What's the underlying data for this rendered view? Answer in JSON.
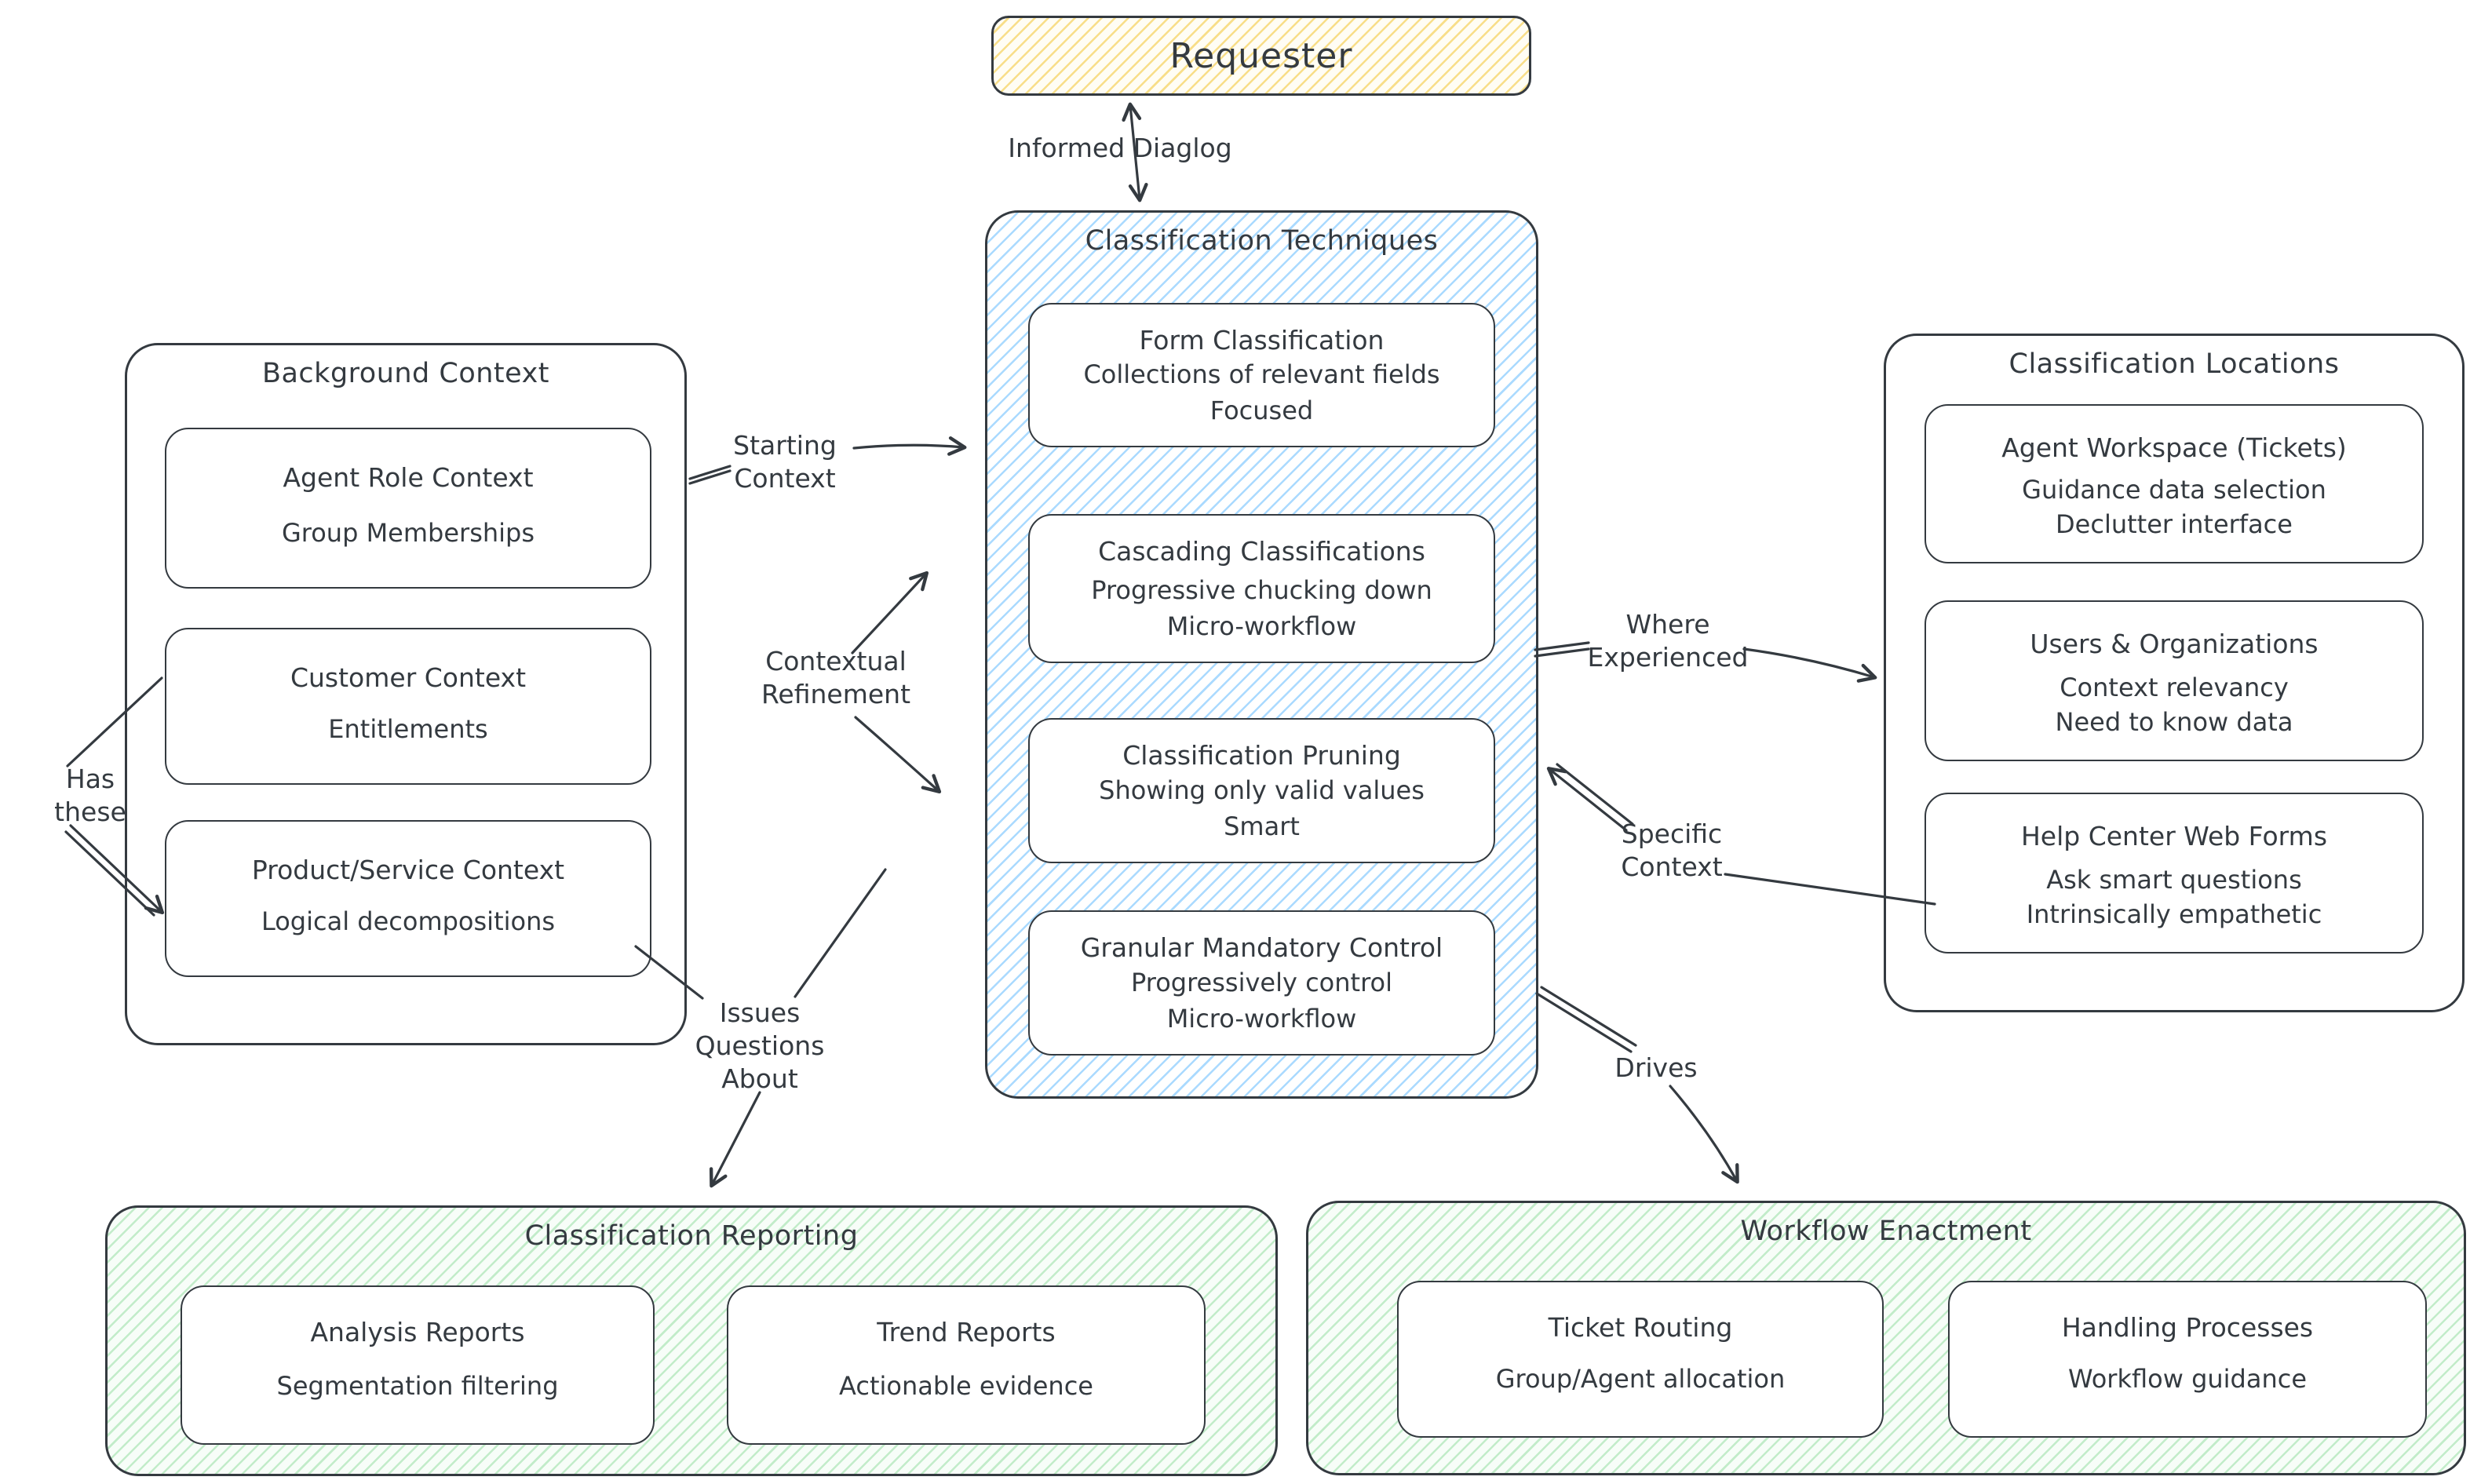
{
  "colors": {
    "stroke": "#343a40",
    "yellow_hatch": "#f6d365",
    "blue_hatch": "#a5d8ff",
    "green_hatch": "#96dea3"
  },
  "nodes": {
    "requester": {
      "title": "Requester"
    },
    "techniques": {
      "title": "Classification Techniques",
      "cards": [
        {
          "title": "Form Classification",
          "lines": [
            "Collections of relevant fields",
            "Focused"
          ]
        },
        {
          "title": "Cascading Classifications",
          "lines": [
            "Progressive chucking down",
            "Micro-workflow"
          ]
        },
        {
          "title": "Classification Pruning",
          "lines": [
            "Showing only valid values",
            "Smart"
          ]
        },
        {
          "title": "Granular Mandatory Control",
          "lines": [
            "Progressively control",
            "Micro-workflow"
          ]
        }
      ]
    },
    "background_context": {
      "title": "Background Context",
      "cards": [
        {
          "title": "Agent Role Context",
          "lines": [
            "Group Memberships"
          ]
        },
        {
          "title": "Customer Context",
          "lines": [
            "Entitlements"
          ]
        },
        {
          "title": "Product/Service Context",
          "lines": [
            "Logical decompositions"
          ]
        }
      ]
    },
    "locations": {
      "title": "Classification Locations",
      "cards": [
        {
          "title": "Agent Workspace (Tickets)",
          "lines": [
            "Guidance data selection",
            "Declutter interface"
          ]
        },
        {
          "title": "Users & Organizations",
          "lines": [
            "Context relevancy",
            "Need to know data"
          ]
        },
        {
          "title": "Help Center Web Forms",
          "lines": [
            "Ask smart questions",
            "Intrinsically empathetic"
          ]
        }
      ]
    },
    "reporting": {
      "title": "Classification Reporting",
      "cards": [
        {
          "title": "Analysis Reports",
          "lines": [
            "Segmentation filtering"
          ]
        },
        {
          "title": "Trend Reports",
          "lines": [
            "Actionable evidence"
          ]
        }
      ]
    },
    "workflow": {
      "title": "Workflow Enactment",
      "cards": [
        {
          "title": "Ticket Routing",
          "lines": [
            "Group/Agent allocation"
          ]
        },
        {
          "title": "Handling Processes",
          "lines": [
            "Workflow guidance"
          ]
        }
      ]
    }
  },
  "edge_labels": {
    "informed_dialog": "Informed Diaglog",
    "has_these": [
      "Has",
      "these"
    ],
    "starting_context": [
      "Starting",
      "Context"
    ],
    "contextual_refinement": [
      "Contextual",
      "Refinement"
    ],
    "issues_questions_about": [
      "Issues",
      "Questions",
      "About"
    ],
    "where_experienced": [
      "Where",
      "Experienced"
    ],
    "specific_context": [
      "Specific",
      "Context"
    ],
    "drives": "Drives"
  }
}
